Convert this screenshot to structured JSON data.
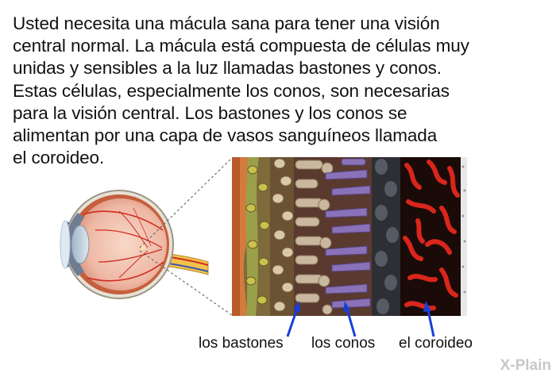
{
  "intro": {
    "lines": [
      "Usted necesita una mácula sana para tener una visión",
      "central normal. La mácula está compuesta de células muy",
      "unidas y sensibles a la luz llamadas bastones y conos.",
      "Estas células, especialmente los conos, son necesarias",
      "para la visión central. Los bastones y los conos se",
      "alimentan por una capa de vasos sanguíneos llamada",
      "el coroideo."
    ]
  },
  "labels": {
    "rods": "los bastones",
    "cones": "los conos",
    "choroid": "el coroideo"
  },
  "logo": "X-Plain",
  "colors": {
    "arrow": "#1a3fd8",
    "choroid_bg": "#1b0b08",
    "vessel": "#d9261c",
    "cone": "#8a72b8",
    "rod": "#c9b79f",
    "pigment": "#3a3c42",
    "nerve_layer": "#c2622f",
    "eye_blood": "#cf2a20"
  }
}
